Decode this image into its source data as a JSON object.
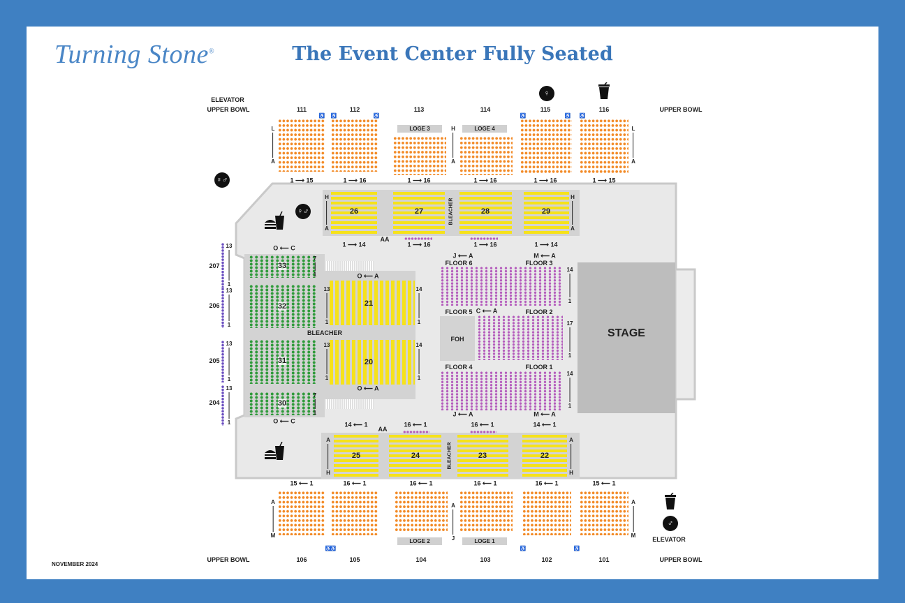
{
  "header": {
    "logo": "Turning Stone",
    "logo_mark": "®",
    "title": "The Event Center Fully Seated"
  },
  "footer": {
    "date": "NOVEMBER 2024"
  },
  "colors": {
    "border": "#3f80c2",
    "title": "#3a76b9",
    "upper_bowl_seats": "#f28a26",
    "bleacher_seats": "#f6e21a",
    "green_bleacher_seats": "#2e9a3a",
    "floor_seats": "#b45cbc",
    "stage": "#bdbdbd"
  },
  "labels": {
    "elevator": "ELEVATOR",
    "upper_bowl": "UPPER BOWL",
    "stage": "STAGE",
    "foh": "FOH",
    "bleacher": "BLEACHER",
    "aa": "AA",
    "loge1": "LOGE 1",
    "loge2": "LOGE 2",
    "loge3": "LOGE 3",
    "loge4": "LOGE 4"
  },
  "upper_top": [
    {
      "id": "111",
      "range": "1 ⟶ 15"
    },
    {
      "id": "112",
      "range": "1 ⟶ 16"
    },
    {
      "id": "113",
      "range": "1 ⟶ 16"
    },
    {
      "id": "114",
      "range": "1 ⟶ 16"
    },
    {
      "id": "115",
      "range": "1 ⟶ 16"
    },
    {
      "id": "116",
      "range": "1 ⟶ 15"
    }
  ],
  "upper_bottom": [
    {
      "id": "106",
      "range": "15 ⟵ 1"
    },
    {
      "id": "105",
      "range": "16 ⟵ 1"
    },
    {
      "id": "104",
      "range": "16 ⟵ 1"
    },
    {
      "id": "103",
      "range": "16 ⟵ 1"
    },
    {
      "id": "102",
      "range": "16 ⟵ 1"
    },
    {
      "id": "101",
      "range": "15 ⟵ 1"
    }
  ],
  "bleacher_top": [
    {
      "id": "26",
      "range": "1 ⟶ 14"
    },
    {
      "id": "27",
      "range": "1 ⟶ 16"
    },
    {
      "id": "28",
      "range": "1 ⟶ 16"
    },
    {
      "id": "29",
      "range": "1 ⟶ 14"
    }
  ],
  "bleacher_bottom": [
    {
      "id": "25",
      "range": "14 ⟵ 1"
    },
    {
      "id": "24",
      "range": "16 ⟵ 1"
    },
    {
      "id": "23",
      "range": "16 ⟵ 1"
    },
    {
      "id": "22",
      "range": "14 ⟵ 1"
    }
  ],
  "left_bleacher": [
    {
      "id": "33"
    },
    {
      "id": "32"
    },
    {
      "id": "31"
    },
    {
      "id": "30"
    }
  ],
  "center_bleacher": [
    {
      "id": "21"
    },
    {
      "id": "20"
    }
  ],
  "side_sections": [
    {
      "id": "207"
    },
    {
      "id": "206"
    },
    {
      "id": "205"
    },
    {
      "id": "204"
    }
  ],
  "floor": {
    "f1": "FLOOR 1",
    "f2": "FLOOR 2",
    "f3": "FLOOR 3",
    "f4": "FLOOR 4",
    "f5": "FLOOR 5",
    "f6": "FLOOR 6",
    "ja": "J ⟵ A",
    "ma": "M ⟵ A",
    "ca": "C ⟵ A"
  },
  "row_labels": {
    "oc": "O ⟵ C",
    "oa": "O ⟵ A",
    "A": "A",
    "L": "L",
    "H": "H",
    "M": "M",
    "J": "J",
    "n1": "1",
    "n7": "7",
    "n13": "13",
    "n14": "14",
    "n17": "17"
  },
  "icons": [
    "restroom-icon",
    "female-restroom-icon",
    "drink-icon",
    "food-drink-icon",
    "male-restroom-icon",
    "wheelchair-icon"
  ]
}
